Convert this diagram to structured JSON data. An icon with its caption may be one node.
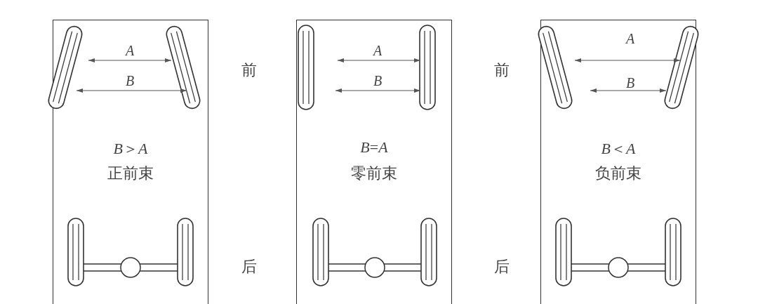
{
  "diagram": {
    "nodes": [
      {
        "text": [
          "*B*＞*A*",
          "正前束"
        ]
      },
      {
        "text": [
          "*B*=*A*",
          "零前束"
        ]
      },
      {
        "text": [
          "*B*＜*A*",
          "负前束"
        ]
      }
    ],
    "labels": [
      "A",
      "B",
      "前",
      "后",
      "A",
      "B",
      "前",
      "后",
      "A",
      "B"
    ]
  }
}
